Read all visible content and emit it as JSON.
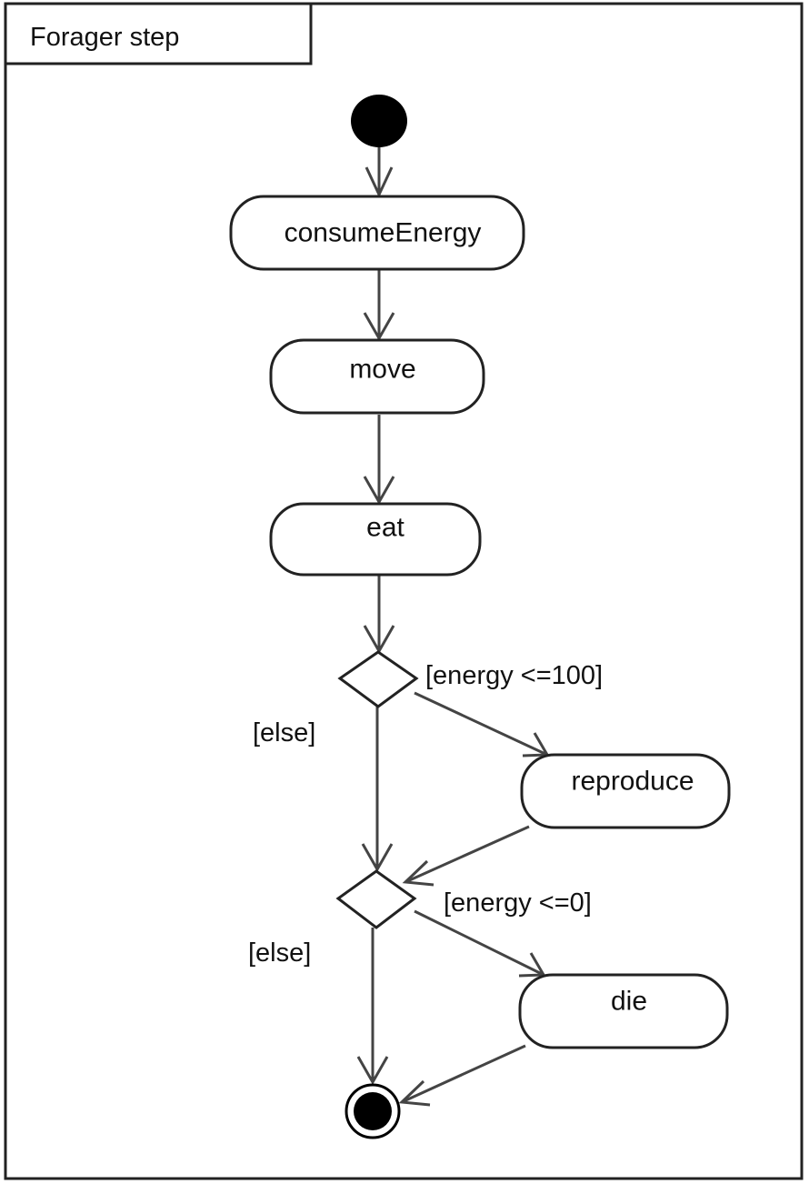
{
  "frame": {
    "title": "Forager step"
  },
  "actions": {
    "consume_energy": "consumeEnergy",
    "move": "move",
    "eat": "eat",
    "reproduce": "reproduce",
    "die": "die"
  },
  "guards": {
    "energy_le_100": "[energy <=100]",
    "else_1": "[else]",
    "energy_le_0": "[energy <=0]",
    "else_2": "[else]"
  },
  "colors": {
    "line": "#444444",
    "border": "#222222",
    "fill": "#000000"
  }
}
